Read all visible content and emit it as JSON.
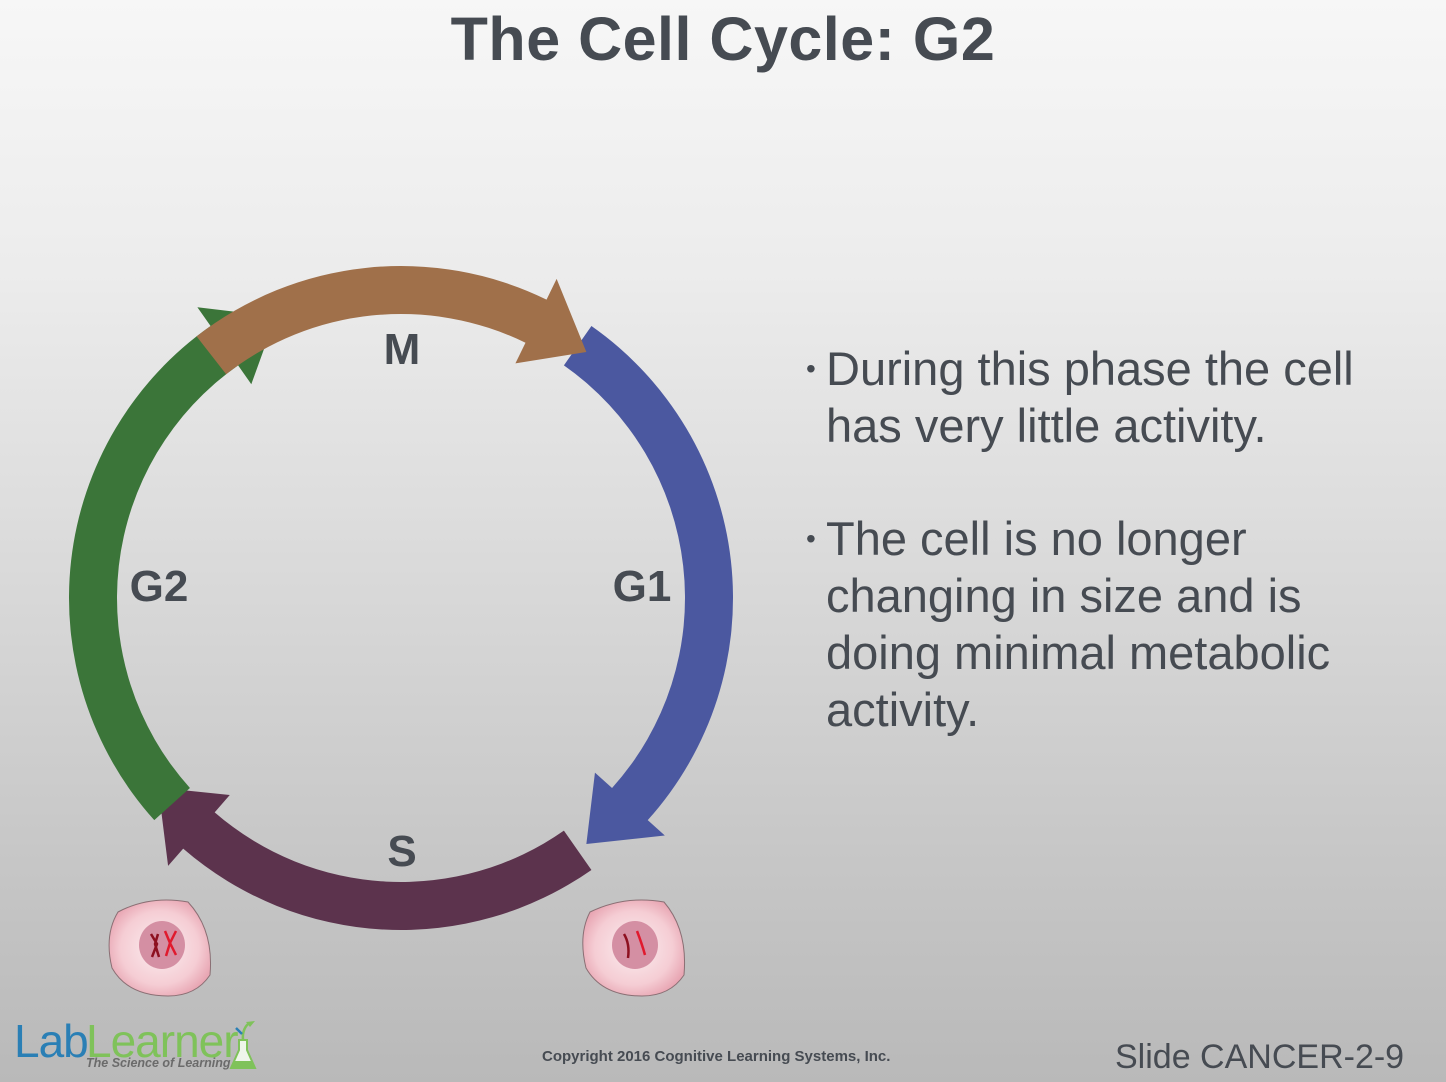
{
  "slide": {
    "title": "The Cell Cycle: G2",
    "copyright": "Copyright 2016 Cognitive Learning Systems, Inc.",
    "slide_id": "Slide CANCER-2-9"
  },
  "logo": {
    "part1": "Lab",
    "part2": "Learner",
    "tagline": "The Science of Learning",
    "colors": {
      "lab": "#2a7fb5",
      "learner": "#7fc25a"
    }
  },
  "bullets": [
    "During this phase the cell has very little activity.",
    "The cell is no longer changing in size and is doing minimal metabolic activity."
  ],
  "cycle": {
    "phases": [
      {
        "id": "M",
        "label": "M",
        "color": "#a0704a"
      },
      {
        "id": "G1",
        "label": "G1",
        "color": "#4b58a0"
      },
      {
        "id": "S",
        "label": "S",
        "color": "#5c334d"
      },
      {
        "id": "G2",
        "label": "G2",
        "color": "#3b7539"
      }
    ],
    "direction": "clockwise",
    "highlighted_phase": "G2"
  },
  "cells": [
    {
      "id": "cell-duplicated-chromosomes",
      "description": "cell with replicated chromosomes (X shapes)"
    },
    {
      "id": "cell-single-chromosomes",
      "description": "cell with unreplicated chromosomes"
    }
  ]
}
